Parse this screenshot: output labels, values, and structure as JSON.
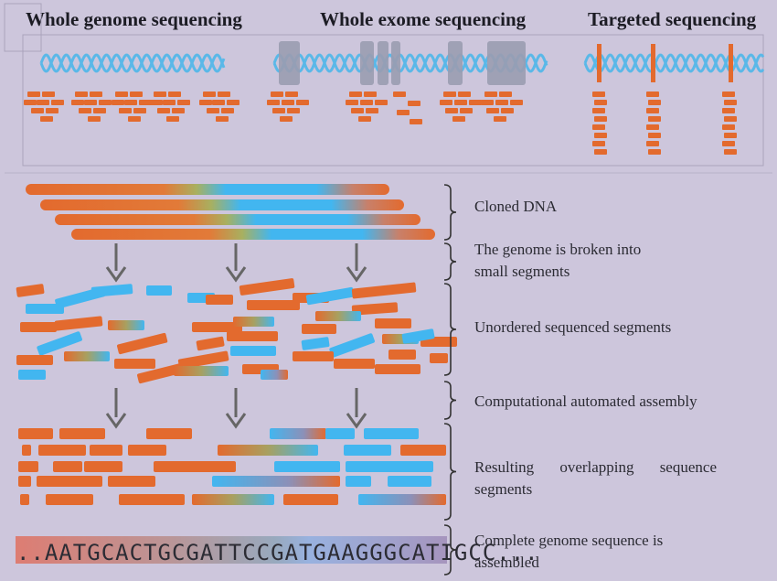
{
  "titles": {
    "wgs": "Whole genome sequencing",
    "wes": "Whole exome sequencing",
    "targeted": "Targeted sequencing"
  },
  "steps": [
    {
      "label": "Cloned DNA"
    },
    {
      "label": "The genome is broken into small segments"
    },
    {
      "label": "Unordered sequenced segments"
    },
    {
      "label": "Computational automated assembly"
    },
    {
      "label": "Resulting overlapping sequence segments"
    },
    {
      "label": "Complete genome sequence is assembled"
    }
  ],
  "sequence": "..AATGCACTGCGATTCCGATGAAGGGCATIGCC...",
  "colors": {
    "background": "#cdc6dc",
    "dna_helix": "#5ab8e8",
    "fragment_orange": "#e36a2e",
    "fragment_blue": "#42b6f0",
    "exon_block": "#9a9cb0",
    "arrow": "#666666",
    "bracket": "#333333"
  }
}
